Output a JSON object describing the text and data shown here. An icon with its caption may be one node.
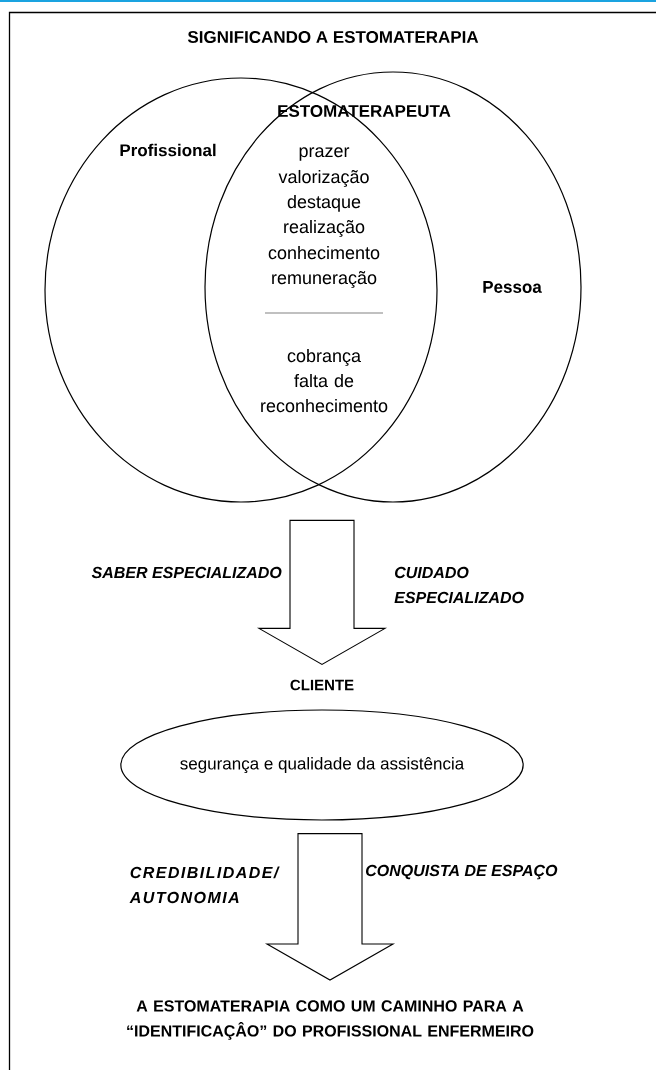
{
  "diagram": {
    "title": "SIGNIFICANDO A ESTOMATERAPIA",
    "nodes": [
      {
        "text": [
          "Profissional"
        ]
      },
      {
        "text": [
          "Pessoa"
        ]
      },
      {
        "text": [
          "CLIENTE",
          "segurança e qualidade da assistência"
        ]
      },
      {
        "text": [
          "A ESTOMATERAPIA COMO UM CAMINHO PARA A “IDENTIFICAÇÂO” DO PROFISSIONAL ENFERMEIRO"
        ]
      }
    ],
    "edges": [
      {
        "from": null,
        "to": 2,
        "arrow": "to",
        "label": "SABER ESPECIALIZADO"
      },
      {
        "from": 2,
        "to": 3,
        "arrow": "to",
        "label": "CREDIBILIDADE/ AUTONOMIA"
      }
    ],
    "labels": [
      "ESTOMATERAPEUTA",
      "prazer",
      "valorização",
      "destaque",
      "realização",
      "conhecimento",
      "remuneração",
      "cobrança",
      "falta de reconhecimento",
      "CUIDADO ESPECIALIZADO",
      "CONQUISTA DE ESPAÇO"
    ]
  }
}
